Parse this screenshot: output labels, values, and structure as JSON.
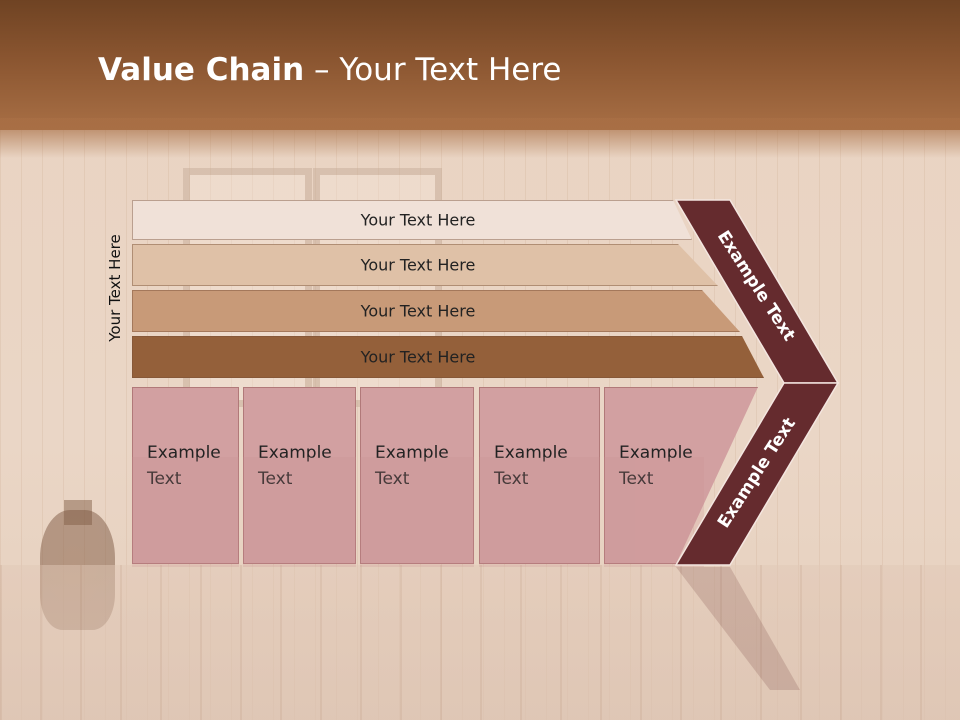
{
  "slide": {
    "title_bold": "Value Chain",
    "title_rest": " – Your Text Here",
    "vertical_label": "Your Text Here"
  },
  "bands": [
    {
      "label": "Your Text Here",
      "color": "#f0e1d8"
    },
    {
      "label": "Your Text Here",
      "color": "#dfc1a7"
    },
    {
      "label": "Your Text Here",
      "color": "#c89a78"
    },
    {
      "label": "Your Text Here",
      "color": "#94603a"
    }
  ],
  "boxes": [
    {
      "label": "Example Text"
    },
    {
      "label": "Example Text"
    },
    {
      "label": "Example Text"
    },
    {
      "label": "Example Text"
    },
    {
      "label": "Example Text"
    }
  ],
  "arrow": {
    "top_label": "Example Text",
    "bottom_label": "Example Text",
    "color": "#652b2e"
  },
  "colors": {
    "header": "#8a5530",
    "box": "#d2a0a1"
  }
}
